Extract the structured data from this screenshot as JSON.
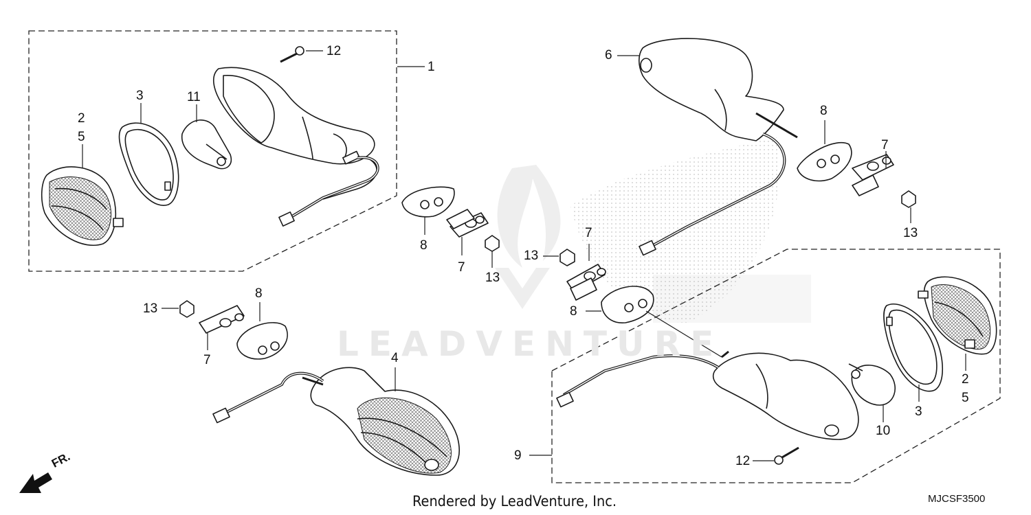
{
  "watermark": "LEADVENTURE",
  "footer": {
    "credit": "Rendered by LeadVenture, Inc.",
    "diagram_code": "MJCSF3500"
  },
  "front_indicator": {
    "label": "FR.",
    "icon": "arrow-icon"
  },
  "callouts": {
    "c1": "1",
    "c12a": "12",
    "c3a": "3",
    "c11": "11",
    "c2a": "2",
    "c5a": "5",
    "c6": "6",
    "c8a": "8",
    "c7a": "7",
    "c13a": "13",
    "c8b": "8",
    "c7b": "7",
    "c13b": "13",
    "c13c": "13",
    "c7c": "7",
    "c8c": "8",
    "c13d": "13",
    "c8d": "8",
    "c7d": "7",
    "c4": "4",
    "c9": "9",
    "c12b": "12",
    "c10": "10",
    "c3b": "3",
    "c2b": "2",
    "c5b": "5"
  }
}
